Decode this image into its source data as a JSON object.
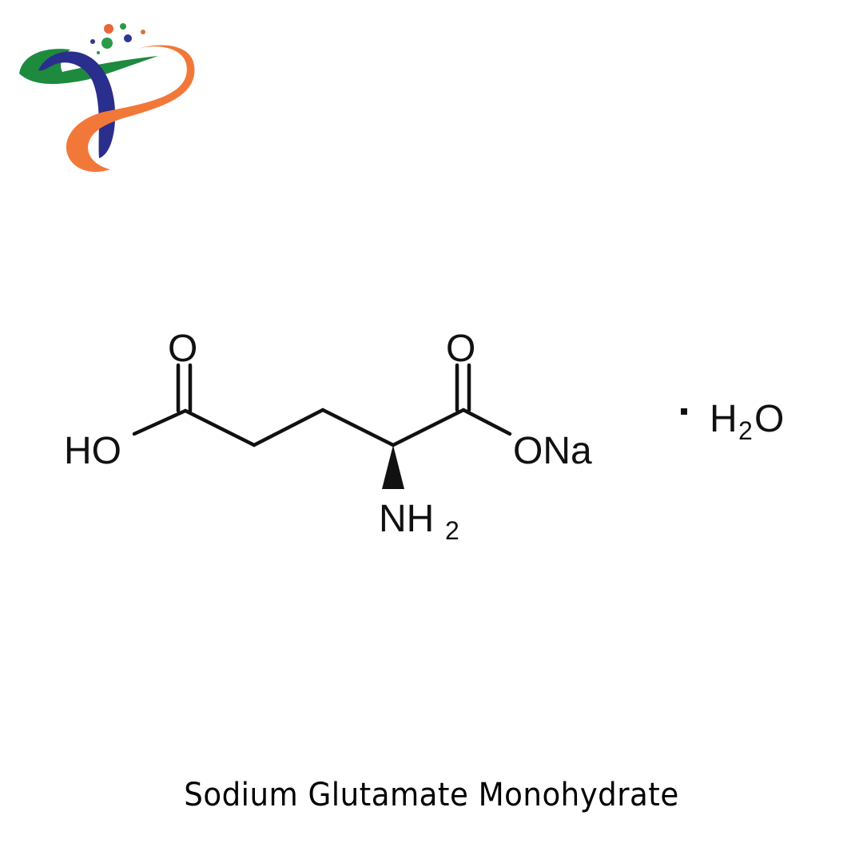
{
  "logo": {
    "name": "company-logo",
    "colors": {
      "green": "#1e8a3e",
      "navy": "#2a2e8c",
      "orange": "#f2783a",
      "dot_orange": "#e8663a",
      "dot_green": "#2a9a4a",
      "dot_navy": "#2f3590"
    }
  },
  "structure": {
    "labels": {
      "left_o": "O",
      "ho": "HO",
      "right_o": "O",
      "ona": "ONa",
      "n": "NH",
      "n_sub": "2",
      "dot": "·",
      "water_h": "H",
      "water_sub": "2",
      "water_o": "O"
    },
    "line_color": "#111111"
  },
  "caption": {
    "text": "Sodium Glutamate Monohydrate"
  }
}
